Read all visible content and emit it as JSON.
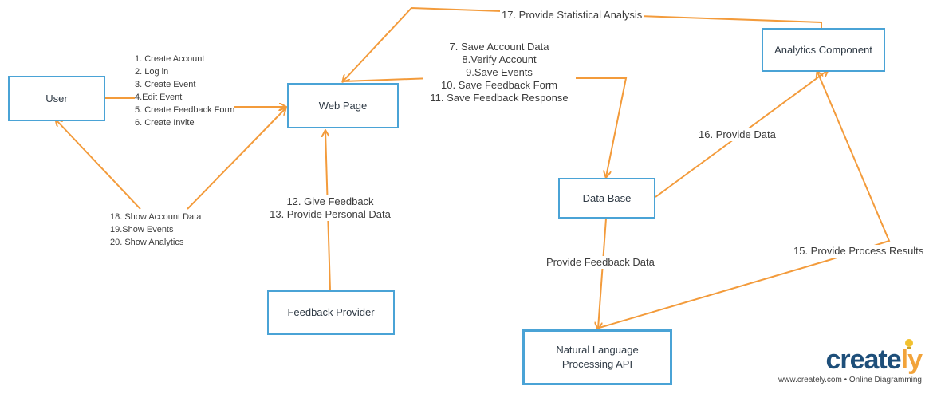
{
  "nodes": {
    "user": "User",
    "web_page": "Web Page",
    "analytics": "Analytics Component",
    "database": "Data Base",
    "feedback_provider": "Feedback Provider",
    "nlp_line1": "Natural Language",
    "nlp_line2": "Processing API"
  },
  "edges": {
    "user_to_web": [
      "1.  Create Account",
      "2. Log in",
      "3. Create Event",
      "4.Edit Event",
      "5. Create Feedback Form",
      "6. Create Invite"
    ],
    "web_to_db": [
      "7. Save Account Data",
      "8.Verify Account",
      "9.Save Events",
      "10. Save Feedback Form",
      "11. Save Feedback Response"
    ],
    "feedback_to_web": [
      "12. Give Feedback",
      "13. Provide Personal Data"
    ],
    "nlp_to_analytics": "15. Provide Process Results",
    "db_to_analytics": "16. Provide Data",
    "analytics_to_web": "17. Provide Statistical Analysis",
    "web_to_user": [
      "18. Show Account Data",
      "19.Show Events",
      "20. Show Analytics"
    ],
    "db_to_nlp": "Provide Feedback Data"
  },
  "colors": {
    "edge": "#f39b3b",
    "node_border": "#4aa3d6"
  },
  "brand": {
    "logo_main": "create",
    "logo_accent": "ly",
    "tagline": "www.creately.com • Online Diagramming"
  }
}
